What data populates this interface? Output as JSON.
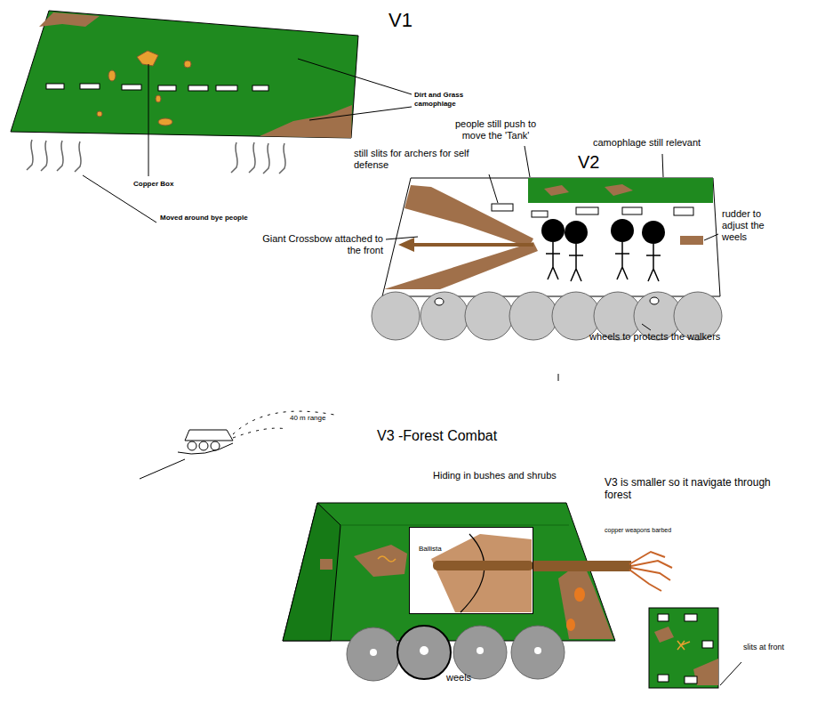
{
  "diagram": {
    "nodes": [
      {
        "text": [
          "Ballista"
        ]
      }
    ],
    "labels": [
      "V1",
      "Dirt and Grass camophlage",
      "Copper Box",
      "Moved around bye people",
      "still slits for archers for self defense",
      "people still push to move the 'Tank'",
      "camophlage still relevant",
      "V2",
      "rudder to adjust the weels",
      "Giant Crossbow attached to the front",
      "wheels to protects the walkers",
      "40 m range",
      "V3 -Forest Combat",
      "Hiding in bushes and shrubs",
      "V3 is smaller so it navigate through forest",
      "copper weapons barbed",
      "slits at front",
      "weels"
    ]
  }
}
